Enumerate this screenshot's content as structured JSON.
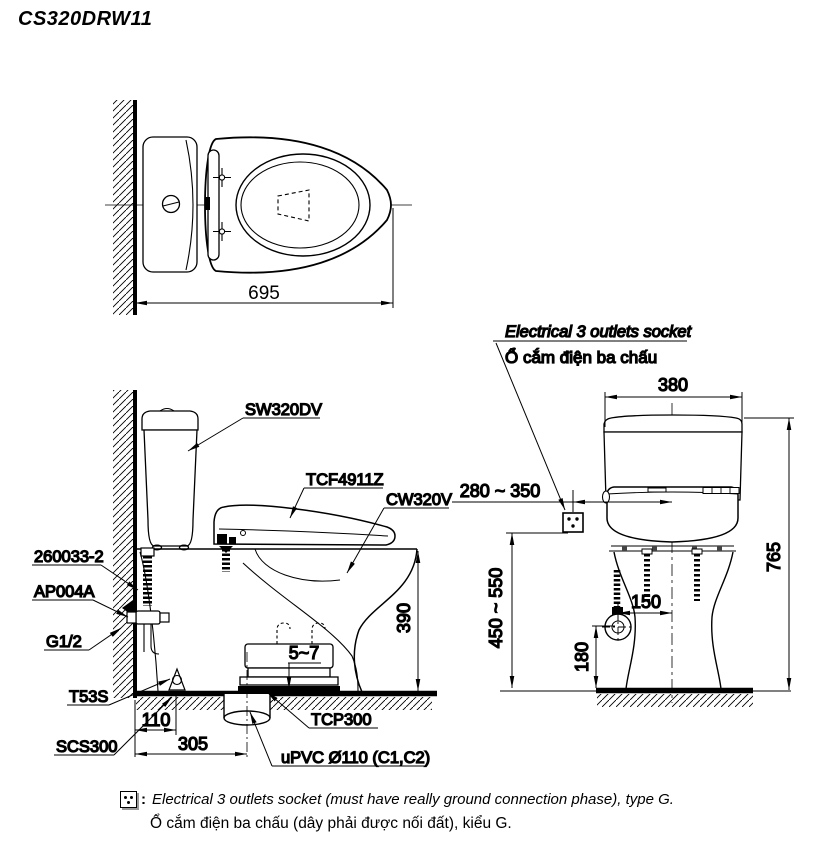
{
  "title": "CS320DRW11",
  "colors": {
    "line": "#000000",
    "background": "#ffffff"
  },
  "part_labels": {
    "cistern": "SW320DV",
    "washlet": "TCF4911Z",
    "bowl": "CW320V",
    "supply_hose": "260033-2",
    "stop_valve": "AP004A",
    "water_inlet": "G1/2",
    "floor_bolt_cap": "T53S",
    "floor_flange": "SCS300",
    "drain_socket": "TCP300",
    "drain_pipe": "uPVC Ø110 (C1,C2)"
  },
  "dimensions": {
    "overall_depth": "695",
    "rim_height": "390",
    "flange_floor_gap": "5~7",
    "bolt_offset_from_wall": "110",
    "drain_offset_from_wall": "305",
    "cistern_width": "380",
    "overall_height": "765",
    "socket_side_offset": "280 ~ 350",
    "socket_height_range": "450 ~ 550",
    "inlet_side_offset": "150",
    "inlet_height": "180"
  },
  "socket_callout": {
    "en": "Electrical 3 outlets socket",
    "vi": "Ổ cắm điện ba chấu"
  },
  "footnote": {
    "separator": ":",
    "en": "Electrical 3 outlets socket (must have really ground connection phase), type G.",
    "vi": "Ổ cắm điện ba chấu (dây phải được nối đất), kiểu G."
  }
}
